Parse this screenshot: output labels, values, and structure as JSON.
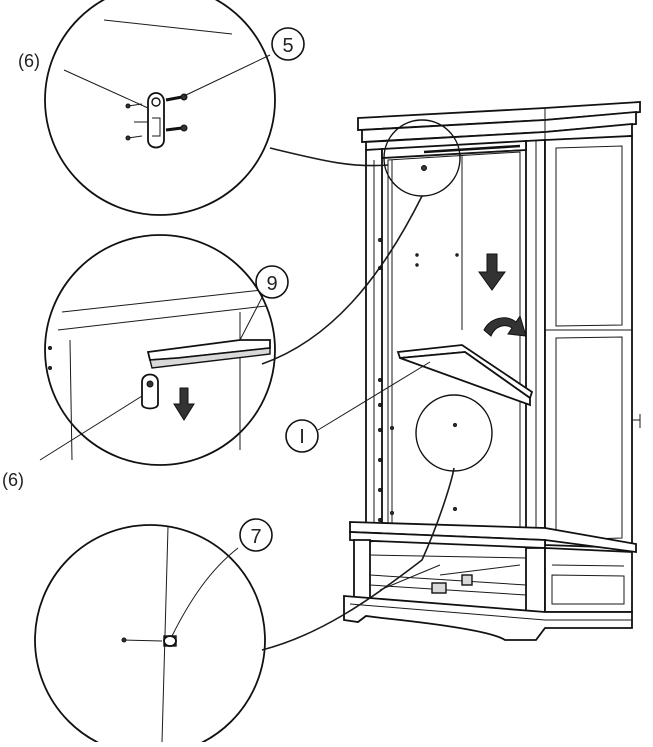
{
  "callouts": {
    "part_5": "5",
    "part_6_top": "(6)",
    "part_9": "9",
    "part_6_mid": "(6)",
    "part_I": "I",
    "part_7": "7"
  },
  "icons": {
    "down_arrow": "down-arrow-icon",
    "rotate_arrow": "curved-rotate-arrow-icon"
  }
}
